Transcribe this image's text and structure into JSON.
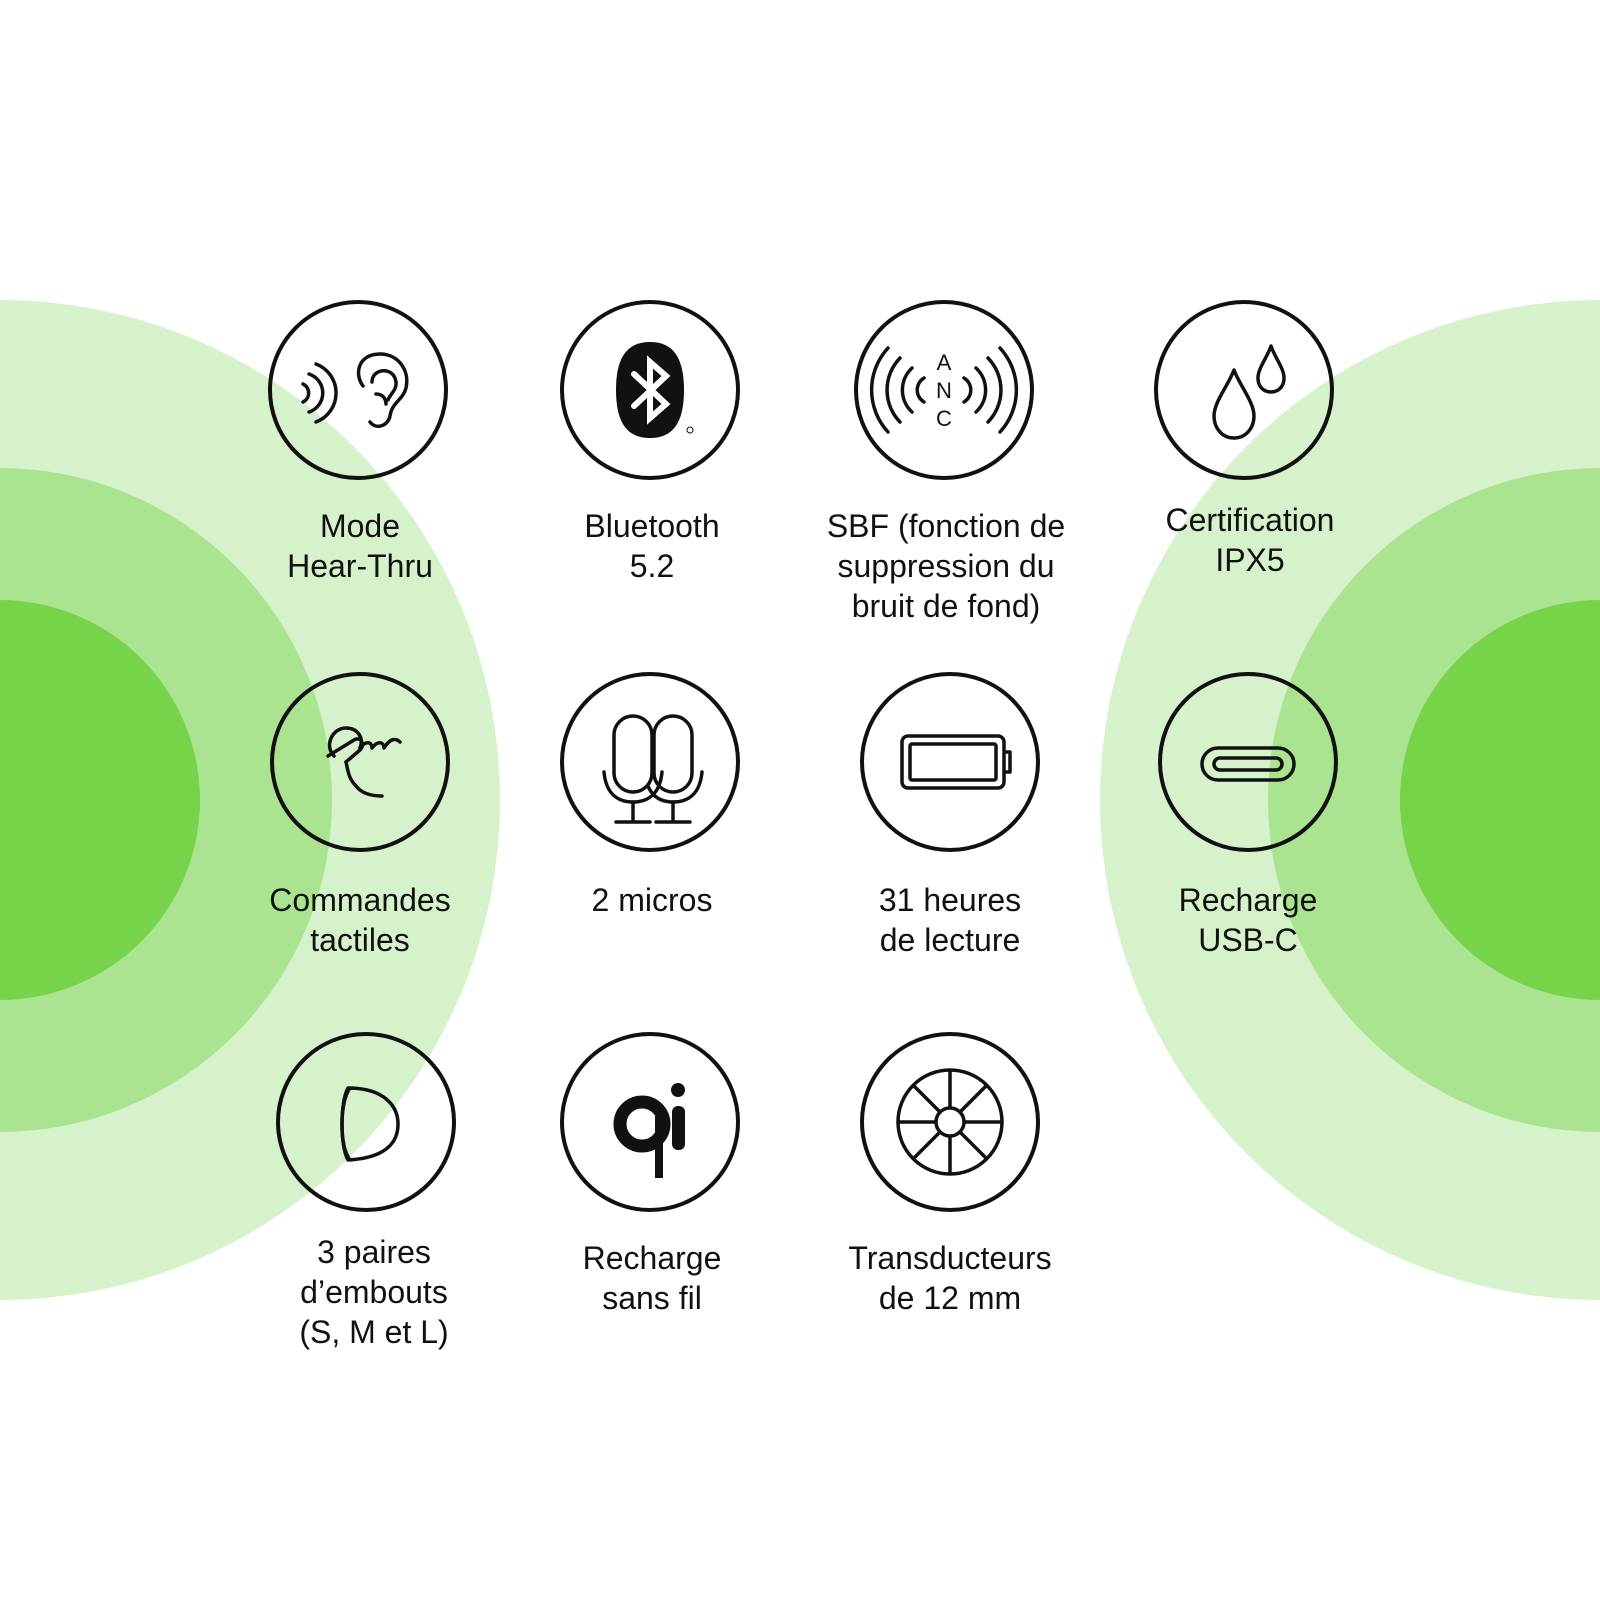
{
  "colors": {
    "ring_outer": "#d6f2cb",
    "ring_middle": "#abe490",
    "ring_inner": "#77d44a",
    "ink": "#111111",
    "background": "#ffffff"
  },
  "features": [
    {
      "icon": "ear-sound-icon",
      "lines": [
        "Mode",
        "Hear-Thru"
      ]
    },
    {
      "icon": "bluetooth-icon",
      "lines": [
        "Bluetooth",
        "5.2"
      ]
    },
    {
      "icon": "anc-icon",
      "icon_text": [
        "A",
        "N",
        "C"
      ],
      "lines": [
        "SBF (fonction de",
        "suppression du",
        "bruit de fond)"
      ]
    },
    {
      "icon": "water-drops-icon",
      "lines": [
        "Certification",
        "IPX5"
      ]
    },
    {
      "icon": "touch-gesture-icon",
      "lines": [
        "Commandes",
        "tactiles"
      ]
    },
    {
      "icon": "microphones-icon",
      "lines": [
        "2 micros"
      ]
    },
    {
      "icon": "battery-icon",
      "lines": [
        "31 heures",
        "de lecture"
      ]
    },
    {
      "icon": "usb-c-icon",
      "lines": [
        "Recharge",
        "USB-C"
      ]
    },
    {
      "icon": "ear-tip-icon",
      "lines": [
        "3 paires",
        "d’embouts",
        "(S, M et L)"
      ]
    },
    {
      "icon": "qi-wireless-icon",
      "lines": [
        "Recharge",
        "sans fil"
      ]
    },
    {
      "icon": "driver-icon",
      "lines": [
        "Transducteurs",
        "de 12 mm"
      ]
    }
  ]
}
